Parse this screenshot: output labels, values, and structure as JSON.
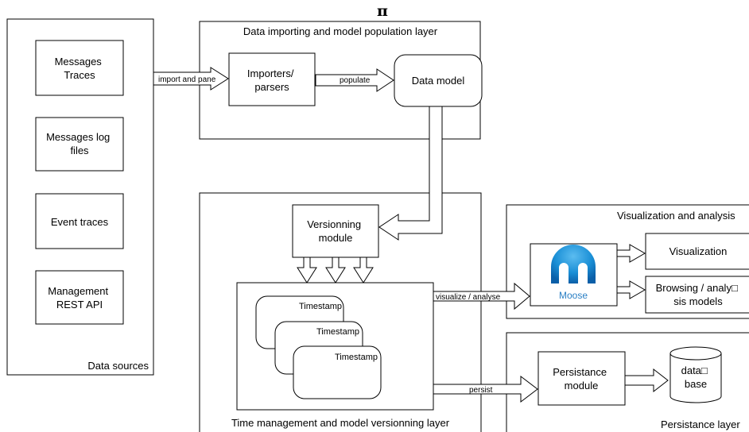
{
  "title_symbol": "π",
  "data_sources": {
    "label": "Data sources",
    "items": [
      [
        "Messages",
        "Traces"
      ],
      [
        "Messages log",
        "files"
      ],
      [
        "Event traces"
      ],
      [
        "Management",
        "REST API"
      ]
    ]
  },
  "import_layer": {
    "label": "Data importing and model population layer",
    "importers": [
      "Importers/",
      "parsers"
    ],
    "data_model": "Data model"
  },
  "edges": {
    "import_and_pane": "import and pane",
    "populate": "populate",
    "visualize_analyse": "visualize / analyse",
    "persist": "persist"
  },
  "time_layer": {
    "label": "Time management and model versionning layer",
    "versionning": [
      "Versionning",
      "module"
    ],
    "timestamps": [
      "Timestamp",
      "Timestamp",
      "Timestamp"
    ]
  },
  "vis_layer": {
    "label": "Visualization and analysis",
    "moose_label": "Moose",
    "visualization": "Visualization",
    "browsing": [
      "Browsing / analy□",
      "sis models"
    ]
  },
  "persistance_layer": {
    "label": "Persistance layer",
    "module": [
      "Persistance",
      "module"
    ],
    "database": [
      "data□",
      "base"
    ]
  },
  "colors": {
    "moose_blue": "#1a8fd6",
    "moose_blue_dark": "#0b5fa8",
    "stroke": "#000000"
  }
}
